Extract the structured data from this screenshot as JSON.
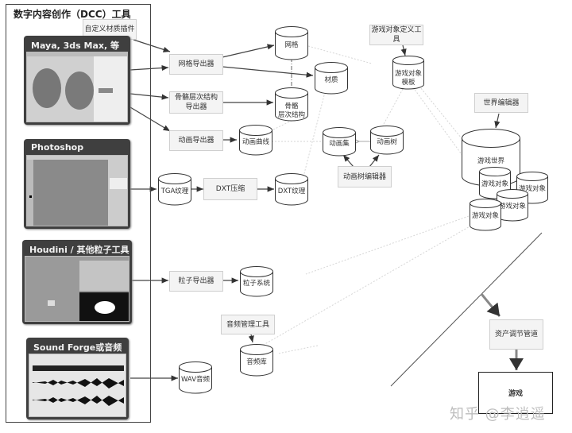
{
  "dcc": {
    "title": "数字内容创作（DCC）工具",
    "plugin": "自定义材质插件",
    "tools": [
      {
        "label": "Maya, 3ds Max, 等"
      },
      {
        "label": "Photoshop"
      },
      {
        "label": "Houdini / 其他粒子工具"
      },
      {
        "label": "Sound Forge或音频工具"
      }
    ]
  },
  "exporters": {
    "mesh": "网格导出器",
    "skeleton": "骨骼层次结构\n导出器",
    "animation": "动画导出器",
    "dxt": "DXT压缩",
    "particle": "粒子导出器",
    "audio_manager": "音频管理工具"
  },
  "assets": {
    "mesh": "网格",
    "material": "材质",
    "skeleton": "骨骼\n层次结构",
    "anim_curve": "动画曲线",
    "tga": "TGA纹理",
    "dxt_texture": "DXT纹理",
    "particle_system": "粒子系统",
    "audio_bank": "音频库",
    "wav": "WAV音频",
    "anim_set": "动画集",
    "anim_tree": "动画树",
    "game_object_template": "游戏对象\n模板"
  },
  "tools_right": {
    "anim_tree_editor": "动画树编辑器",
    "game_object_def_tool": "游戏对象定义工具",
    "world_editor": "世界编辑器",
    "asset_pipeline": "资产调节管道"
  },
  "world": {
    "label": "游戏世界",
    "objects": [
      "游戏对象",
      "游戏对象",
      "游戏对象",
      "游戏对象"
    ]
  },
  "game": {
    "label": "游戏"
  },
  "watermark": "知乎 @李逍遥"
}
